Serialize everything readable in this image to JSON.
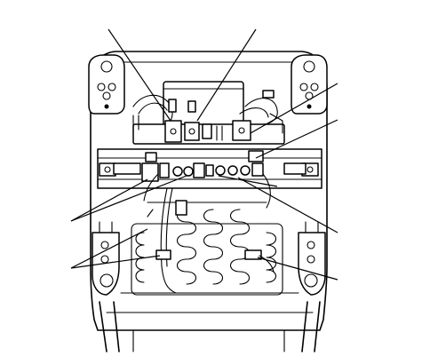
{
  "figure": {
    "subject": "seat-frame-wiring",
    "colors": {
      "line": "#000000",
      "background": "#ffffff"
    },
    "callouts": [
      {
        "id": "callout-1",
        "label": ""
      },
      {
        "id": "callout-2",
        "label": ""
      },
      {
        "id": "callout-3",
        "label": ""
      },
      {
        "id": "callout-4",
        "label": ""
      },
      {
        "id": "callout-5",
        "label": ""
      },
      {
        "id": "callout-6",
        "label": ""
      },
      {
        "id": "callout-7",
        "label": ""
      },
      {
        "id": "callout-8",
        "label": ""
      }
    ]
  }
}
